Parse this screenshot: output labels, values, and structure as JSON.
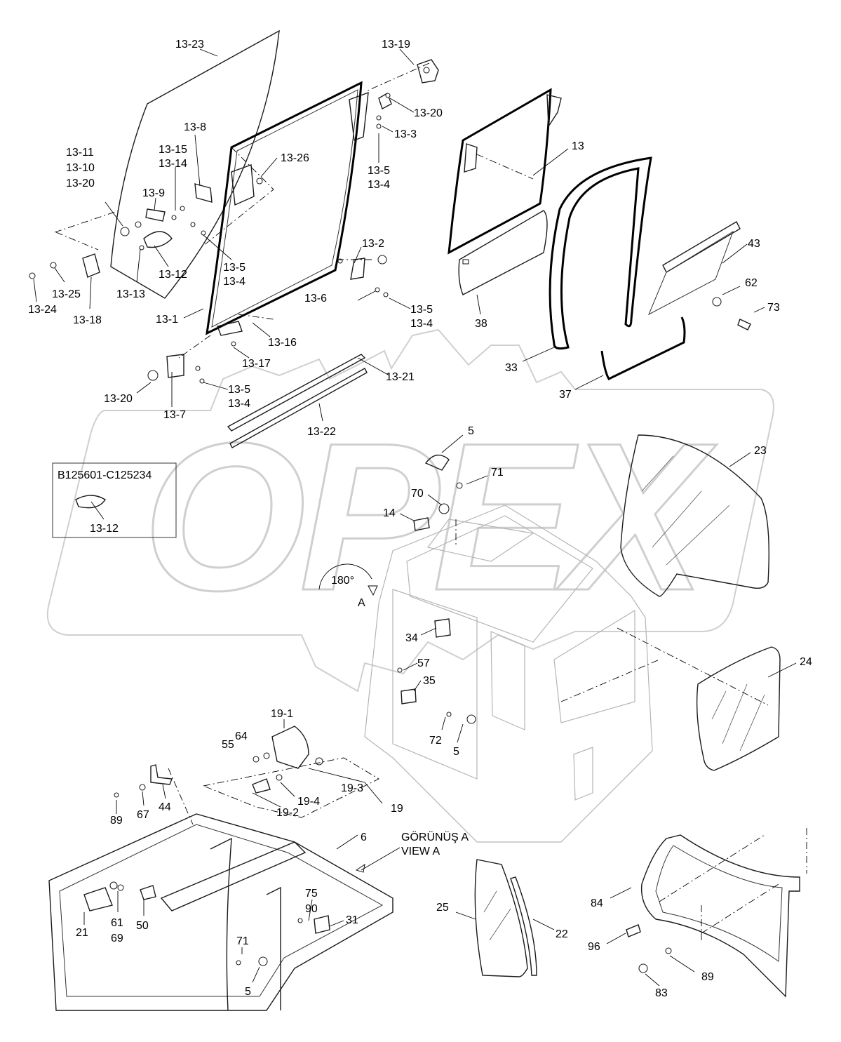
{
  "watermark": "OPEX",
  "serial_box": {
    "title": "B125601-C125234",
    "part": "13-12"
  },
  "view": {
    "rotation": "180°",
    "marker": "A",
    "title_tr": "GÖRÜNÜŞ A",
    "title_en": "VIEW A"
  },
  "callouts": {
    "c13_23": "13-23",
    "c13_19": "13-19",
    "c13_20a": "13-20",
    "c13_3": "13-3",
    "c13_8": "13-8",
    "c13_26": "13-26",
    "c13_5a": "13-5",
    "c13_4a": "13-4",
    "c13_11": "13-11",
    "c13_10": "13-10",
    "c13_20b": "13-20",
    "c13_15": "13-15",
    "c13_14": "13-14",
    "c13_9": "13-9",
    "c13_12": "13-12",
    "c13_13": "13-13",
    "c13_5b": "13-5",
    "c13_4b": "13-4",
    "c13_25": "13-25",
    "c13_24": "13-24",
    "c13_18": "13-18",
    "c13_2": "13-2",
    "c13_6": "13-6",
    "c13_5c": "13-5",
    "c13_4c": "13-4",
    "c13_1": "13-1",
    "c13_16": "13-16",
    "c13_17": "13-17",
    "c13_21": "13-21",
    "c13_20c": "13-20",
    "c13_7": "13-7",
    "c13_5d": "13-5",
    "c13_4d": "13-4",
    "c13_22": "13-22",
    "c13": "13",
    "c43": "43",
    "c62": "62",
    "c73": "73",
    "c38": "38",
    "c33": "33",
    "c37": "37",
    "c23": "23",
    "c5a": "5",
    "c71a": "71",
    "c70": "70",
    "c14": "14",
    "c34": "34",
    "c57": "57",
    "c35": "35",
    "c72": "72",
    "c5b": "5",
    "c24": "24",
    "c19_1": "19-1",
    "c64": "64",
    "c55": "55",
    "c19_3": "19-3",
    "c19_4": "19-4",
    "c19_2": "19-2",
    "c19": "19",
    "c89a": "89",
    "c67": "67",
    "c44": "44",
    "c6": "6",
    "c21": "21",
    "c61": "61",
    "c69": "69",
    "c50": "50",
    "c75": "75",
    "c90": "90",
    "c31": "31",
    "c71b": "71",
    "c5c": "5",
    "c25": "25",
    "c22": "22",
    "c84": "84",
    "c96": "96",
    "c89b": "89",
    "c83": "83"
  }
}
